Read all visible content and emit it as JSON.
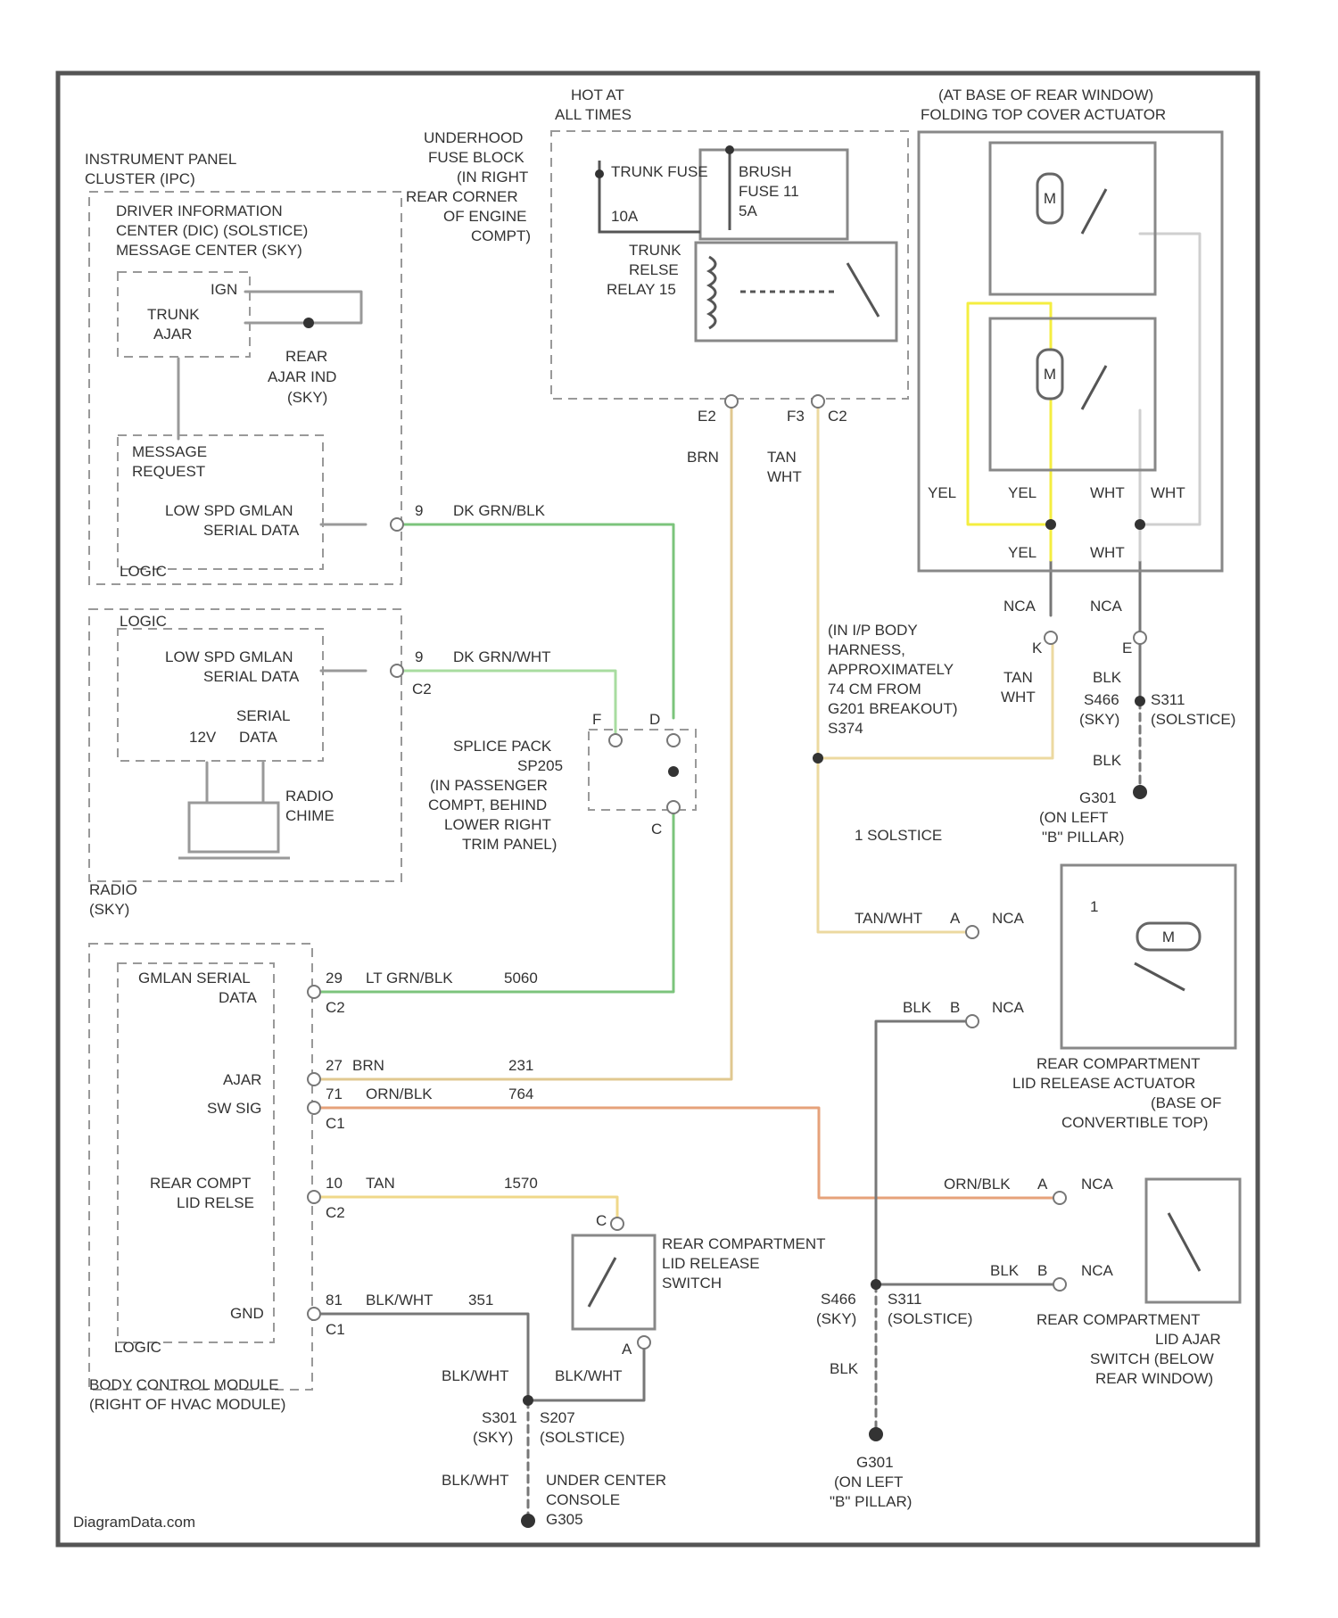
{
  "diagram": {
    "watermark": "DiagramData.com",
    "legend_note": "1   SOLSTICE",
    "components": {
      "ipc": {
        "title_1": "INSTRUMENT PANEL",
        "title_2": "CLUSTER (IPC)"
      },
      "dic": {
        "line1": "DRIVER INFORMATION",
        "line2": "CENTER (DIC)     (SOLSTICE)",
        "line3": "MESSAGE CENTER     (SKY)"
      },
      "trunk_ajar": {
        "l1": "TRUNK",
        "l2": "AJAR",
        "ign": "IGN"
      },
      "rear_ajar_ind": {
        "l1": "REAR",
        "l2": "AJAR IND",
        "l3": "(SKY)"
      },
      "message_request": {
        "l1": "MESSAGE",
        "l2": "REQUEST"
      },
      "low_speed_ipc": {
        "l1": "LOW SPD GMLAN",
        "l2": "SERIAL DATA",
        "logic": "LOGIC"
      },
      "radio_logic": "LOGIC",
      "low_speed_radio": {
        "l1": "LOW SPD GMLAN",
        "l2": "SERIAL DATA",
        "n1": "12V",
        "n2": "SERIAL",
        "n3": "DATA"
      },
      "radio_chime": {
        "l1": "RADIO",
        "l2": "CHIME"
      },
      "radio": {
        "l1": "RADIO",
        "l2": "(SKY)"
      },
      "bcm": {
        "l1": "BODY CONTROL MODULE",
        "l2": "(RIGHT OF HVAC MODULE)",
        "logic": "LOGIC",
        "gmlan_1": "GMLAN SERIAL",
        "gmlan_2": "DATA",
        "ajar": "AJAR",
        "sw_sig": "SW SIG",
        "rear_1": "REAR COMPT",
        "rear_2": "LID RELSE",
        "gnd": "GND"
      },
      "fuse_block": {
        "hot_1": "HOT AT",
        "hot_2": "ALL TIMES",
        "l1": "UNDERHOOD",
        "l2": "FUSE BLOCK",
        "l3": "(IN RIGHT",
        "l4": "REAR CORNER",
        "l5": "OF ENGINE",
        "l6": "COMPT)",
        "fuse_a": "TRUNK FUSE",
        "fuse_a_amp": "10A",
        "fuse_b": "BRUSH",
        "fuse_b2": "FUSE 11",
        "fuse_b_amp": "5A",
        "relay_1": "TRUNK",
        "relay_2": "RELSE",
        "relay_3": "RELAY 15",
        "pin_e2": "E2",
        "pin_f3": "F3",
        "conn_c2": "C2"
      },
      "folding_top": {
        "l1": "(AT BASE OF REAR WINDOW)",
        "l2": "FOLDING TOP COVER ACTUATOR",
        "yel_1": "YEL",
        "yel_2": "YEL",
        "yel_3": "YEL",
        "wht_1": "WHT",
        "wht_2": "WHT",
        "wht_3": "WHT"
      },
      "splice_pack": {
        "l1": "SPLICE PACK",
        "l2": "SP205",
        "l3": "(IN PASSENGER",
        "l4": "COMPT, BEHIND",
        "l5": "LOWER RIGHT",
        "l6": "TRIM PANEL)",
        "pin_f": "F",
        "pin_d": "D",
        "pin_c": "C"
      },
      "harness_note": {
        "l1": "(IN I/P BODY",
        "l2": "HARNESS,",
        "l3": "APPROXIMATELY",
        "l4": "74 CM FROM",
        "l5": "G201 BREAKOUT)",
        "l6": "S374"
      },
      "lid_actuator": {
        "l1": "REAR COMPARTMENT",
        "l2": "LID RELEASE ACTUATOR",
        "l3": "(BASE OF",
        "l4": "CONVERTIBLE TOP)",
        "ref": "1"
      },
      "lid_switch": {
        "l1": "REAR COMPARTMENT",
        "l2": "LID RELEASE",
        "l3": "SWITCH",
        "pin_c": "C",
        "pin_a": "A"
      },
      "ajar_switch": {
        "l1": "REAR COMPARTMENT",
        "l2": "LID AJAR",
        "l3": "SWITCH (BELOW",
        "l4": "REAR WINDOW)"
      },
      "ground_top": {
        "l1": "S466",
        "l2": "S311",
        "l3": "(SKY)",
        "l4": "(SOLSTICE)",
        "g1": "G301",
        "g2": "(ON LEFT",
        "g3": "\"B\" PILLAR)"
      },
      "ground_right": {
        "l1": "S466",
        "l2": "S311",
        "l3": "(SKY)",
        "l4": "(SOLSTICE)",
        "g1": "G301",
        "g2": "(ON LEFT",
        "g3": "\"B\" PILLAR)"
      },
      "ground_bottom": {
        "l1": "S301",
        "l2": "S207",
        "l3": "(SKY)",
        "l4": "(SOLSTICE)",
        "g1": "UNDER CENTER",
        "g2": "CONSOLE",
        "g3": "G305"
      }
    },
    "wires": {
      "w1": {
        "pin": "9",
        "color": "DK GRN/BLK"
      },
      "w2": {
        "pin": "9",
        "color": "DK GRN/WHT",
        "conn": "C2"
      },
      "w3": {
        "pin": "29",
        "color": "LT GRN/BLK",
        "circuit": "5060",
        "conn": "C2"
      },
      "w4": {
        "pin": "27",
        "color": "BRN",
        "circuit": "231"
      },
      "w5": {
        "pin": "71",
        "color": "ORN/BLK",
        "circuit": "764",
        "conn": "C1"
      },
      "w6": {
        "pin": "10",
        "color": "TAN",
        "circuit": "1570",
        "conn": "C2"
      },
      "w7": {
        "pin": "81",
        "color": "BLK/WHT",
        "circuit": "351",
        "conn": "C1"
      },
      "brn": "BRN",
      "tan_wht_1": "TAN",
      "tan_wht_2": "WHT",
      "nca_1": "NCA",
      "nca_2": "NCA",
      "pin_k": "K",
      "pin_e": "E",
      "tan_wht_3": "TAN",
      "tan_wht_4": "WHT",
      "blk_1": "BLK",
      "blk_2": "BLK",
      "act_a": {
        "color": "TAN/WHT",
        "pin": "A",
        "nca": "NCA"
      },
      "act_b": {
        "color": "BLK",
        "pin": "B",
        "nca": "NCA"
      },
      "sw_a": {
        "color": "ORN/BLK",
        "pin": "A",
        "nca": "NCA"
      },
      "sw_b": {
        "color": "BLK",
        "pin": "B",
        "nca": "NCA"
      },
      "blkwht_1": "BLK/WHT",
      "blkwht_2": "BLK/WHT",
      "blkwht_3": "BLK/WHT",
      "blk_3": "BLK"
    }
  }
}
